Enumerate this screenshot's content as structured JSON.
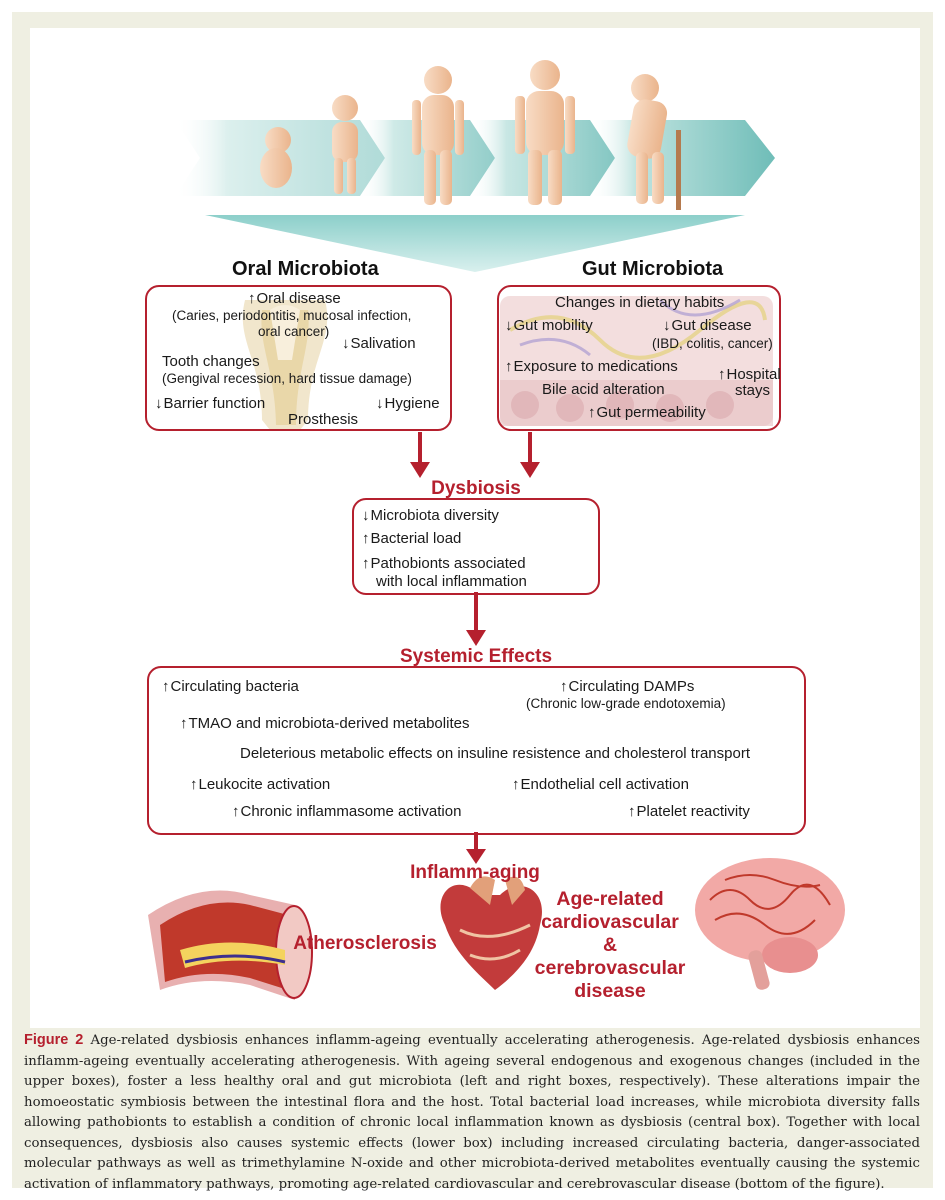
{
  "oral": {
    "title": "Oral Microbiota",
    "oral_disease": "Oral disease",
    "oral_disease_detail_1": "(Caries, periodontitis, mucosal infection,",
    "oral_disease_detail_2": "oral cancer)",
    "salivation": "Salivation",
    "tooth_changes": "Tooth changes",
    "tooth_changes_detail": "(Gengival recession, hard tissue damage)",
    "barrier": "Barrier function",
    "hygiene": "Hygiene",
    "prosthesis": "Prosthesis"
  },
  "gut": {
    "title": "Gut Microbiota",
    "dietary": "Changes in dietary habits",
    "mobility": "Gut mobility",
    "disease": "Gut disease",
    "disease_detail": "(IBD, colitis, cancer)",
    "medications": "Exposure to medications",
    "hospital_1": "Hospital",
    "hospital_2": "stays",
    "bile": "Bile acid alteration",
    "permeability": "Gut permeability"
  },
  "dysbiosis": {
    "title": "Dysbiosis",
    "diversity": "Microbiota diversity",
    "load": "Bacterial load",
    "patho_1": "Pathobionts associated",
    "patho_2": "with local inflammation"
  },
  "systemic": {
    "title": "Systemic Effects",
    "bacteria": "Circulating bacteria",
    "damps": "Circulating DAMPs",
    "damps_detail": "(Chronic low-grade endotoxemia)",
    "tmao": "TMAO and microbiota-derived metabolites",
    "deleterious": "Deleterious metabolic effects on insuline resistence and cholesterol transport",
    "leukocite": "Leukocite activation",
    "endothelial": "Endothelial cell activation",
    "inflammasome": "Chronic inflammasome activation",
    "platelet": "Platelet reactivity"
  },
  "outcome": {
    "inflamm": "Inflamm-aging",
    "athero": "Atherosclerosis",
    "cv_1": "Age-related",
    "cv_2": "cardiovascular",
    "cv_3": "&",
    "cv_4": "cerebrovascular",
    "cv_5": "disease"
  },
  "caption": {
    "label": "Figure 2",
    "text": "Age-related dysbiosis enhances inflamm-ageing eventually accelerating atherogenesis. Age-related dysbiosis enhances inflamm-ageing eventually accelerating atherogenesis. With ageing several endogenous and exogenous changes (included in the upper boxes), foster a less healthy oral and gut microbiota (left and right boxes, respectively). These alterations impair the homoeostatic symbiosis between the intestinal flora and the host. Total bacterial load increases, while microbiota diversity falls allowing pathobionts to establish a condition of chronic local inflammation known as dysbiosis (central box). Together with local consequences, dysbiosis also causes systemic effects (lower box) including increased circulating bacteria, danger-associated molecular pathways as well as trimethylamine N-oxide and other microbiota-derived metabolites eventually causing the systemic activation of inflammatory pathways, promoting age-related cardiovascular and cerebrovascular disease (bottom of the figure)."
  },
  "colors": {
    "accent": "#b5202e",
    "teal": "#7cc4c0",
    "skin": "#f4c9a8",
    "frame": "#efefe2"
  },
  "icons": [
    "baby-figure",
    "child-figure",
    "adult-woman-figure",
    "adult-man-figure",
    "elderly-figure",
    "tooth-illustration",
    "intestine-illustration",
    "artery-illustration",
    "heart-illustration",
    "brain-illustration",
    "down-arrow",
    "up-arrow"
  ]
}
